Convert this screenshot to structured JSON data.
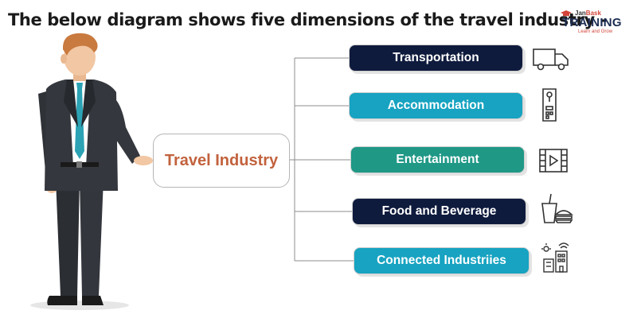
{
  "heading": "The below diagram shows five dimensions of the travel industry -",
  "logo": {
    "top_prefix": "Jan",
    "top_suffix": "Bask",
    "main": "TRAINING",
    "tagline": "Learn and Grow"
  },
  "center": {
    "label": "Travel Industry",
    "color": "#c2623d"
  },
  "dimensions": [
    {
      "label": "Transportation",
      "color": "#0f1b3d",
      "icon": "truck-icon"
    },
    {
      "label": "Accommodation",
      "color": "#17a3c1",
      "icon": "hotel-door-hanger-icon"
    },
    {
      "label": "Entertainment",
      "color": "#1f9886",
      "icon": "video-play-icon"
    },
    {
      "label": "Food and Beverage",
      "color": "#0f1b3d",
      "icon": "drink-burger-icon"
    },
    {
      "label": "Connected Industriies",
      "color": "#17a3c1",
      "icon": "connected-buildings-icon"
    }
  ]
}
